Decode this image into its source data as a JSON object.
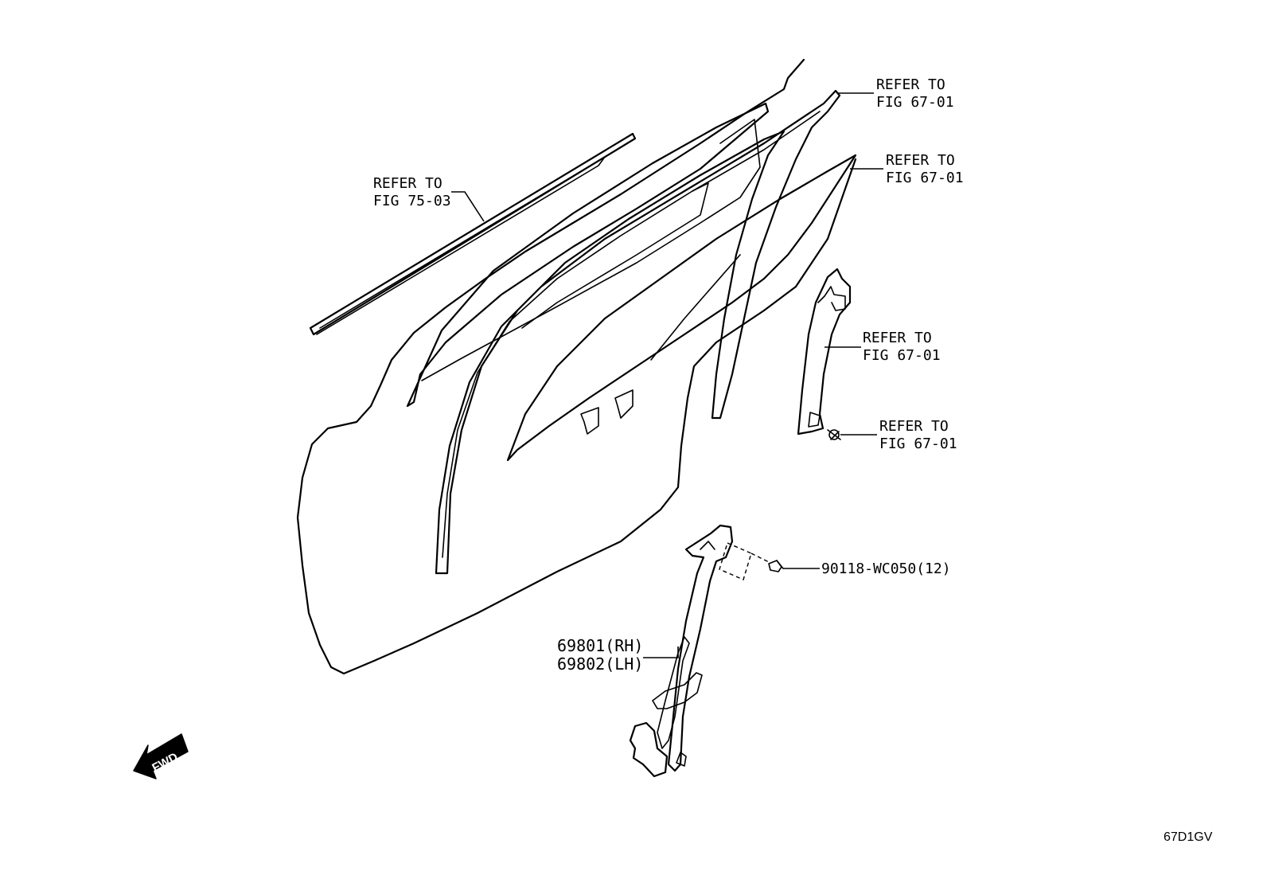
{
  "callouts": {
    "weatherstrip": {
      "line1": "REFER TO",
      "line2": "FIG 75-03"
    },
    "run_channel": {
      "line1": "REFER TO",
      "line2": "FIG 67-01"
    },
    "door_glass": {
      "line1": "REFER TO",
      "line2": "FIG 67-01"
    },
    "rear_channel": {
      "line1": "REFER TO",
      "line2": "FIG 67-01"
    },
    "clip": {
      "line1": "REFER TO",
      "line2": "FIG 67-01"
    }
  },
  "parts": {
    "bolt": "90118-WC050(12)",
    "regulator_rh": "69801(RH)",
    "regulator_lh": "69802(LH)"
  },
  "fwd_label": "FWD",
  "figure_id": "67D1GV"
}
